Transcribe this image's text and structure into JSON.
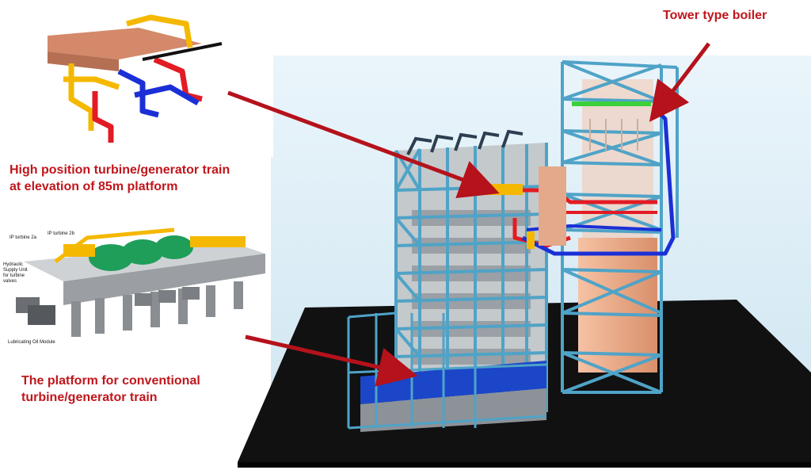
{
  "callouts": {
    "tower_boiler": "Tower type boiler",
    "high_position_line1": "High position turbine/generator train",
    "high_position_line2": "at elevation of 85m platform",
    "conventional_line1": "The platform for conventional",
    "conventional_line2": "turbine/generator train"
  },
  "turbine_labels": {
    "ip_turbine_2a": "IP turbine 2a",
    "ip_turbine_2b": "IP turbine 2b",
    "hydraulic_1": "Hydraulic",
    "hydraulic_2": "Supply Unit",
    "hydraulic_3": "for turbine",
    "hydraulic_4": "valves",
    "lubricating": "Lubricating Oil Module"
  },
  "colors": {
    "callout_red": "#c0161c",
    "arrow_red": "#b5121b",
    "steel_frame": "#4fa3c7",
    "steam_pipe_red": "#e31b23",
    "water_pipe_blue": "#1b2fd6",
    "pipe_yellow": "#f5b800",
    "turbine_green": "#1f9e5a",
    "boiler_copper": "#f2b08f",
    "ground_black": "#151515",
    "sky_blue": "#d8ecf6"
  }
}
